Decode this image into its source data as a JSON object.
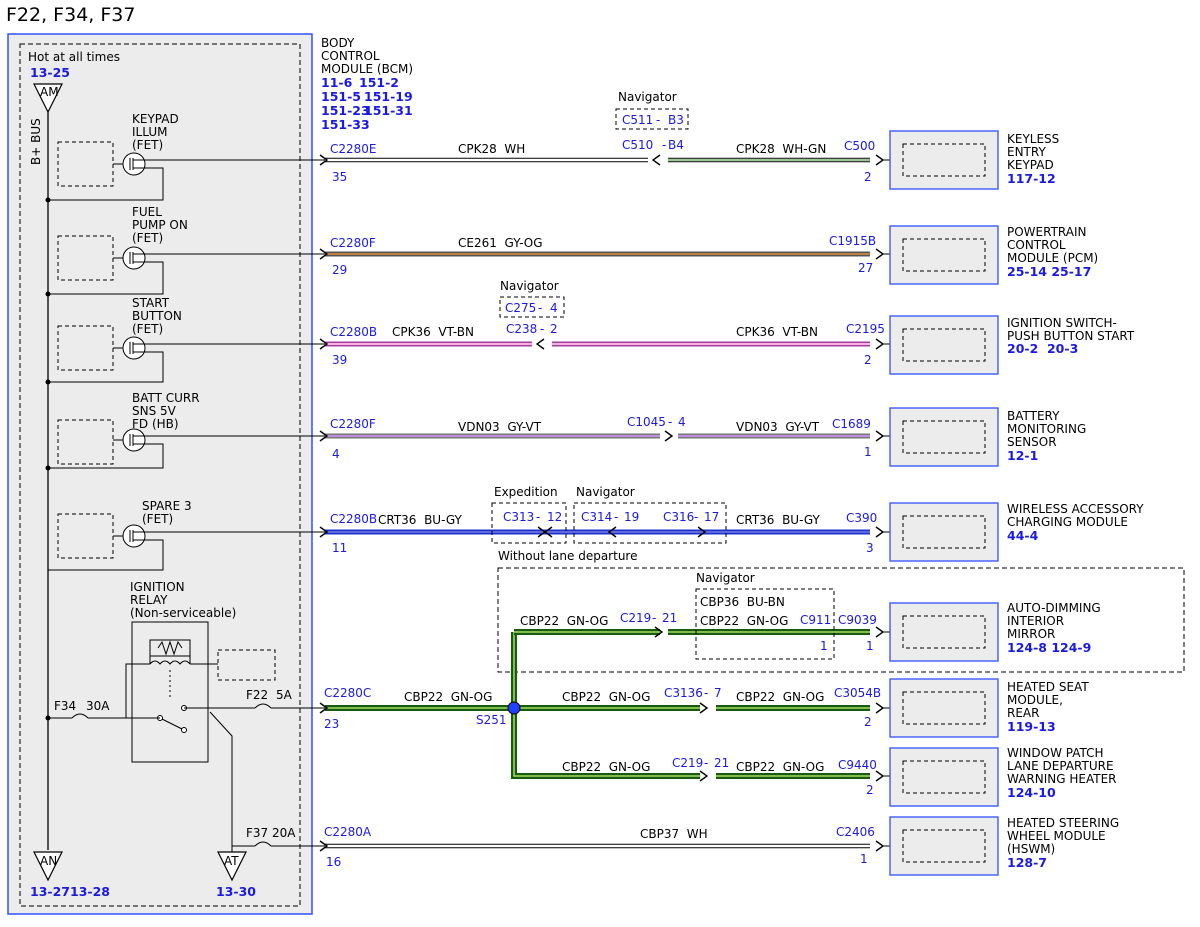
{
  "title": "F22, F34, F37",
  "left_module": {
    "hot_label": "Hot at all times",
    "hot_ref": "13-25",
    "bus_label": "B+ BUS",
    "top_terminal": "AM",
    "bottom_terminal_1": "AN",
    "bottom_terminal_2": "AT",
    "bottom_ref_1": "13-27",
    "bottom_ref_2": "13-28",
    "bottom_ref_3": "13-30",
    "fets": [
      {
        "l1": "KEYPAD",
        "l2": "ILLUM",
        "l3": "(FET)"
      },
      {
        "l1": "FUEL",
        "l2": "PUMP ON",
        "l3": "(FET)"
      },
      {
        "l1": "START",
        "l2": "BUTTON",
        "l3": "(FET)"
      },
      {
        "l1": "BATT CURR",
        "l2": "SNS 5V",
        "l3": "FD (HB)"
      },
      {
        "l1": "SPARE 3",
        "l2": "(FET)",
        "l3": ""
      }
    ],
    "relay_l1": "IGNITION",
    "relay_l2": "RELAY",
    "relay_l3": "(Non-serviceable)",
    "fuse_f34": "F34",
    "fuse_f34_rating": "30A",
    "fuse_f22": "F22",
    "fuse_f22_rating": "5A",
    "fuse_f37": "F37",
    "fuse_f37_rating": "20A"
  },
  "bcm": {
    "l1": "BODY",
    "l2": "CONTROL",
    "l3": "MODULE (BCM)",
    "refs": [
      "11-6",
      "151-2",
      "151-5",
      "151-19",
      "151-23",
      "151-31",
      "151-33"
    ]
  },
  "circuits": [
    {
      "src_conn": "C2280E",
      "src_pin": "35",
      "w1": "CPK28  WH",
      "mid_conn": "C510",
      "mid_pin": "B4",
      "w2": "CPK28  WH-GN",
      "dst_conn": "C500",
      "dst_pin": "2",
      "nav_label": "Navigator",
      "nav_conn": "C511",
      "nav_pin": "B3"
    },
    {
      "src_conn": "C2280F",
      "src_pin": "29",
      "w1": "CE261  GY-OG",
      "dst_conn": "C1915B",
      "dst_pin": "27"
    },
    {
      "src_conn": "C2280B",
      "src_pin": "39",
      "w1": "CPK36  VT-BN",
      "mid_conn": "C238",
      "mid_pin": "2",
      "w2": "CPK36  VT-BN",
      "dst_conn": "C2195",
      "dst_pin": "2",
      "nav_label": "Navigator",
      "nav_conn": "C275",
      "nav_pin": "4"
    },
    {
      "src_conn": "C2280F",
      "src_pin": "4",
      "w1": "VDN03  GY-VT",
      "mid_conn": "C1045",
      "mid_pin": "4",
      "w2": "VDN03  GY-VT",
      "dst_conn": "C1689",
      "dst_pin": "1"
    },
    {
      "src_conn": "C2280B",
      "src_pin": "11",
      "w1": "CRT36  BU-GY",
      "exp_label": "Expedition",
      "exp_conn": "C313",
      "exp_pin": "12",
      "nav_label": "Navigator",
      "nav_conn1": "C314",
      "nav_pin1": "19",
      "nav_conn2": "C316",
      "nav_pin2": "17",
      "w2": "CRT36  BU-GY",
      "dst_conn": "C390",
      "dst_pin": "3"
    },
    {
      "src_conn": "C2280C",
      "src_pin": "23",
      "w1": "CBP22  GN-OG",
      "splice": "S251"
    },
    {
      "src_conn": "C2280A",
      "src_pin": "16",
      "w1": "CBP37  WH",
      "dst_conn": "C2406",
      "dst_pin": "1"
    }
  ],
  "branches": {
    "without_ld": "Without lane departure",
    "mirror": {
      "w1": "CBP22  GN-OG",
      "mid_conn": "C219",
      "mid_pin": "21",
      "w2": "CBP22  GN-OG",
      "nav_label": "Navigator",
      "nav_wire": "CBP36  BU-BN",
      "nav_conn": "C911",
      "nav_pin": "1",
      "dst_conn": "C9039",
      "dst_pin": "1"
    },
    "seat": {
      "w1": "CBP22  GN-OG",
      "mid_conn": "C3136",
      "mid_pin": "7",
      "w2": "CBP22  GN-OG",
      "dst_conn": "C3054B",
      "dst_pin": "2"
    },
    "window": {
      "w1": "CBP22  GN-OG",
      "mid_conn": "C219",
      "mid_pin": "21",
      "w2": "CBP22  GN-OG",
      "dst_conn": "C9440",
      "dst_pin": "2"
    }
  },
  "modules": [
    {
      "l1": "KEYLESS",
      "l2": "ENTRY",
      "l3": "KEYPAD",
      "ref": "117-12"
    },
    {
      "l1": "POWERTRAIN",
      "l2": "CONTROL",
      "l3": "MODULE (PCM)",
      "ref": "25-14 25-17"
    },
    {
      "l1": "IGNITION SWITCH-",
      "l2": "PUSH BUTTON START",
      "l3": "",
      "ref": "20-2  20-3"
    },
    {
      "l1": "BATTERY",
      "l2": "MONITORING",
      "l3": "SENSOR",
      "ref": "12-1"
    },
    {
      "l1": "WIRELESS ACCESSORY",
      "l2": "CHARGING MODULE",
      "l3": "",
      "ref": "44-4"
    },
    {
      "l1": "AUTO-DIMMING",
      "l2": "INTERIOR",
      "l3": "MIRROR",
      "ref": "124-8 124-9"
    },
    {
      "l1": "HEATED SEAT",
      "l2": "MODULE,",
      "l3": "REAR",
      "ref": "119-13"
    },
    {
      "l1": "WINDOW PATCH",
      "l2": "LANE DEPARTURE",
      "l3": "WARNING HEATER",
      "ref": "124-10"
    },
    {
      "l1": "HEATED STEERING",
      "l2": "WHEEL MODULE",
      "l3": "(HSWM)",
      "ref": "128-7"
    }
  ],
  "colors": {
    "connector_text": "#1a1ae6",
    "module_border": "#3050ff",
    "wire_green": "#2f8f1f",
    "wire_pink": "#e060c0",
    "wire_orange": "#c08040",
    "wire_blue": "#2030d0",
    "wire_violet": "#a060c0"
  }
}
